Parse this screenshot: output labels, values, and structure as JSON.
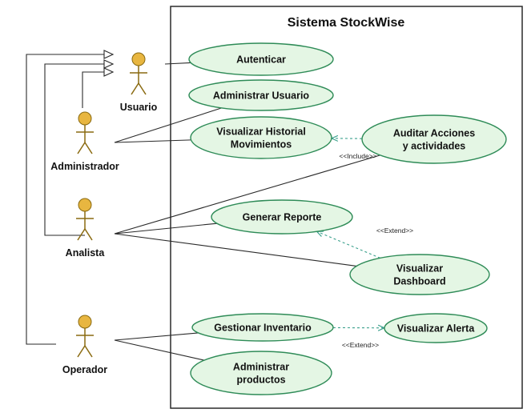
{
  "system": {
    "title": "Sistema StockWise"
  },
  "actors": [
    {
      "id": "usuario",
      "label": "Usuario"
    },
    {
      "id": "administrador",
      "label": "Administrador"
    },
    {
      "id": "analista",
      "label": "Analista"
    },
    {
      "id": "operador",
      "label": "Operador"
    }
  ],
  "use_cases": [
    {
      "id": "autenticar",
      "lines": [
        "Autenticar"
      ]
    },
    {
      "id": "administrar-usuario",
      "lines": [
        "Administrar Usuario"
      ]
    },
    {
      "id": "visualizar-historial",
      "lines": [
        "Visualizar Historial",
        "Movimientos"
      ]
    },
    {
      "id": "auditar-acciones",
      "lines": [
        "Auditar Acciones",
        "y actividades"
      ]
    },
    {
      "id": "generar-reporte",
      "lines": [
        "Generar Reporte"
      ]
    },
    {
      "id": "visualizar-dashboard",
      "lines": [
        "Visualizar",
        "Dashboard"
      ]
    },
    {
      "id": "gestionar-inventario",
      "lines": [
        "Gestionar Inventario"
      ]
    },
    {
      "id": "visualizar-alerta",
      "lines": [
        "Visualizar Alerta"
      ]
    },
    {
      "id": "administrar-productos",
      "lines": [
        "Administrar",
        "productos"
      ]
    }
  ],
  "associations": [
    {
      "from": "usuario",
      "to": "autenticar"
    },
    {
      "from": "administrador",
      "to": "administrar-usuario"
    },
    {
      "from": "administrador",
      "to": "visualizar-historial"
    },
    {
      "from": "analista",
      "to": "auditar-acciones"
    },
    {
      "from": "analista",
      "to": "generar-reporte"
    },
    {
      "from": "analista",
      "to": "visualizar-dashboard"
    },
    {
      "from": "operador",
      "to": "gestionar-inventario"
    },
    {
      "from": "operador",
      "to": "administrar-productos"
    }
  ],
  "relationships": [
    {
      "from": "auditar-acciones",
      "to": "visualizar-historial",
      "label": "<<Include>>"
    },
    {
      "from": "visualizar-dashboard",
      "to": "generar-reporte",
      "label": "<<Extend>>"
    },
    {
      "from": "gestionar-inventario",
      "to": "visualizar-alerta",
      "label": "<<Extend>>"
    }
  ],
  "generalizations": [
    {
      "child": "administrador",
      "parent": "usuario"
    },
    {
      "child": "analista",
      "parent": "usuario"
    },
    {
      "child": "operador",
      "parent": "usuario"
    }
  ],
  "colors": {
    "usecase_fill": "#e4f6e4",
    "usecase_stroke": "#2e8b57",
    "actor_head": "#e8b640",
    "actor_stroke": "#8a6a10",
    "dashed_link": "#3aa08c",
    "line": "#2a2a2a"
  }
}
